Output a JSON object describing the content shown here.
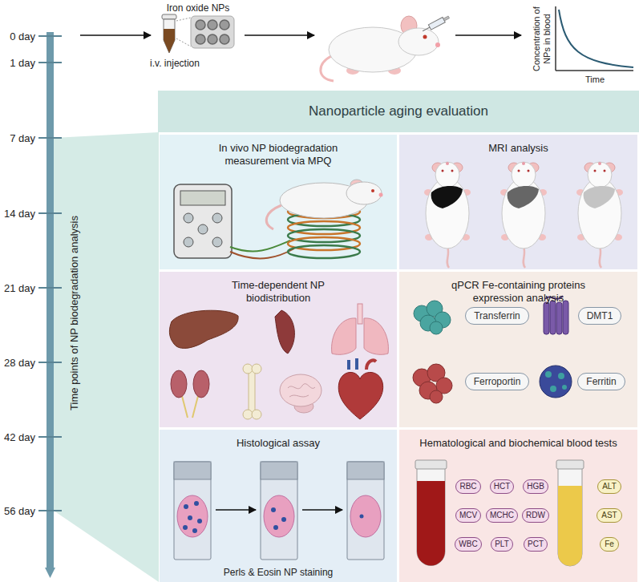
{
  "diagram": {
    "nodes": [
      {
        "text": [
          "Nanoparticle aging evaluation"
        ]
      },
      {
        "text": [
          "In vivo NP biodegradation measurement via MPQ"
        ]
      },
      {
        "text": [
          "MRI analysis"
        ]
      },
      {
        "text": [
          "Time-dependent NP biodistribution"
        ]
      },
      {
        "text": [
          "qPCR Fe-containing proteins expression analysis"
        ]
      },
      {
        "text": [
          "Transferrin"
        ],
        "in": 4
      },
      {
        "text": [
          "DMT1"
        ],
        "in": 4
      },
      {
        "text": [
          "Ferroportin"
        ],
        "in": 4
      },
      {
        "text": [
          "Ferritin"
        ],
        "in": 4
      },
      {
        "text": [
          "Histological assay",
          "Perls & Eosin NP staining"
        ]
      },
      {
        "text": [
          "Hematological and biochemical blood tests"
        ]
      },
      {
        "text": [
          "RBC"
        ],
        "in": 10
      },
      {
        "text": [
          "HCT"
        ],
        "in": 10
      },
      {
        "text": [
          "HGB"
        ],
        "in": 10
      },
      {
        "text": [
          "MCV"
        ],
        "in": 10
      },
      {
        "text": [
          "MCHC"
        ],
        "in": 10
      },
      {
        "text": [
          "RDW"
        ],
        "in": 10
      },
      {
        "text": [
          "WBC"
        ],
        "in": 10
      },
      {
        "text": [
          "PLT"
        ],
        "in": 10
      },
      {
        "text": [
          "PCT"
        ],
        "in": 10
      },
      {
        "text": [
          "ALT"
        ],
        "in": 10
      },
      {
        "text": [
          "AST"
        ],
        "in": 10
      },
      {
        "text": [
          "Fe"
        ],
        "in": 10
      }
    ],
    "labels": [
      "Iron oxide NPs",
      "i.v. injection",
      "Concentration of NPs in blood",
      "Time",
      "0 day",
      "1 day",
      "7 day",
      "14 day",
      "21 day",
      "28 day",
      "42 day",
      "56 day",
      "Time points of NP biodegradation analysis"
    ]
  }
}
